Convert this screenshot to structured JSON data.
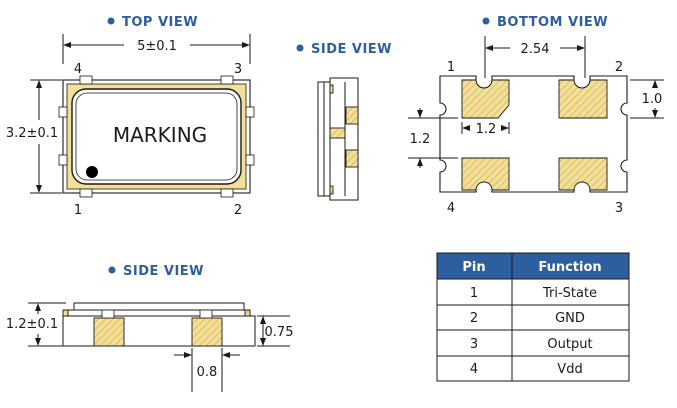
{
  "headers": {
    "top_view": "TOP VIEW",
    "side_view_right": "SIDE VIEW",
    "bottom_view": "BOTTOM VIEW",
    "side_view_bottom": "SIDE VIEW"
  },
  "top_view": {
    "width_dim": "5±0.1",
    "height_dim": "3.2±0.1",
    "marking": "MARKING",
    "pin_labels": [
      "4",
      "3",
      "1",
      "2"
    ]
  },
  "bottom_view": {
    "pitch_dim": "2.54",
    "pad_height_dim": "1.0",
    "pad_vertical_dim": "1.2",
    "pad_width_dim": "1.2",
    "pin_labels": [
      "1",
      "2",
      "4",
      "3"
    ]
  },
  "side_view_bottom": {
    "height_dim": "1.2±0.1",
    "pad_height_dim": "0.75",
    "pad_width_dim": "0.8"
  },
  "pin_table": {
    "headers": [
      "Pin",
      "Function"
    ],
    "rows": [
      {
        "pin": "1",
        "function": "Tri-State"
      },
      {
        "pin": "2",
        "function": "GND"
      },
      {
        "pin": "3",
        "function": "Output"
      },
      {
        "pin": "4",
        "function": "Vdd"
      }
    ],
    "header_color": "#2d5e9e"
  },
  "colors": {
    "accent": "#2d5e9e",
    "pad_gold": "#f0d98c"
  }
}
